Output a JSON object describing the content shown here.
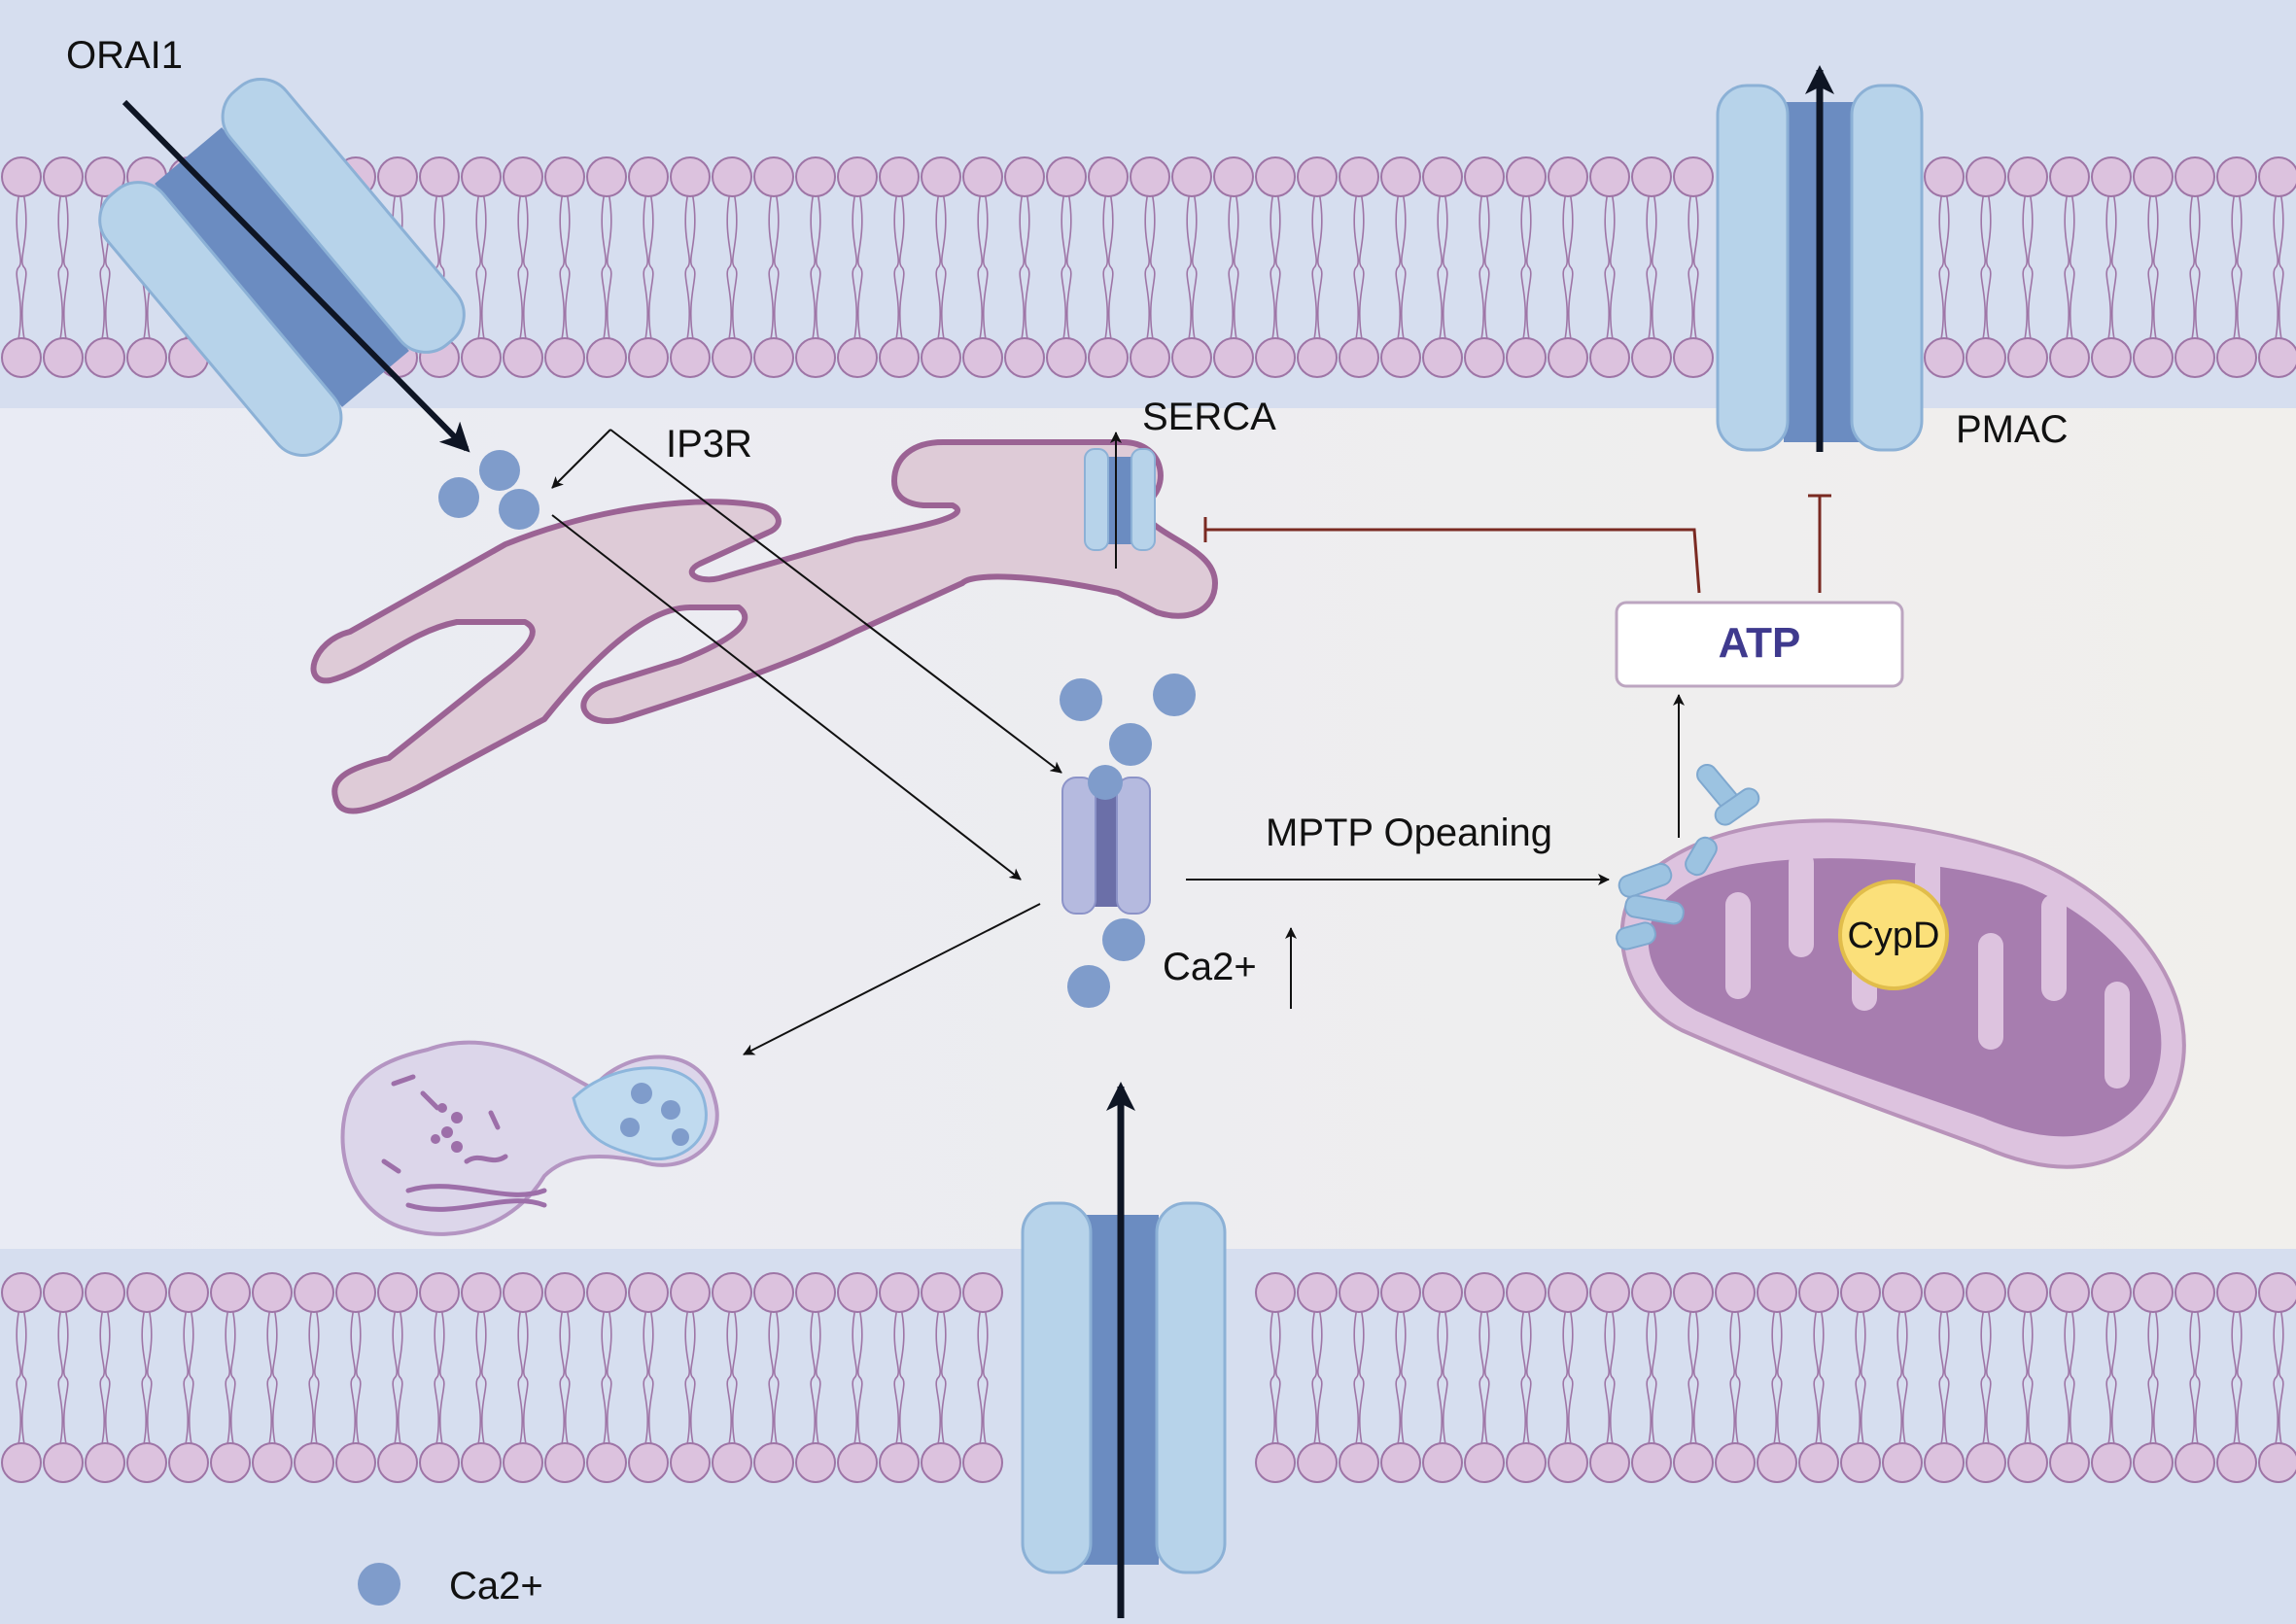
{
  "labels": {
    "orai1": "ORAI1",
    "ip3r": "IP3R",
    "serca": "SERCA",
    "pmac": "PMAC",
    "atp": "ATP",
    "mptp": "MPTP Opeaning",
    "ca_up": "Ca2+",
    "cypd": "CypD",
    "legend_ca": "Ca2+"
  },
  "colors": {
    "background_top": "#d6deef",
    "cytoplasm": "#eeeef4",
    "lipid_head": "#dcc2de",
    "lipid_edge": "#9e75a6",
    "channel_light": "#b7d3ea",
    "channel_dark": "#6b8cc1",
    "calcium": "#7f9ccb",
    "er_fill": "#decbd7",
    "er_edge": "#9b6394",
    "mito_outer": "#ddc3df",
    "mito_inner": "#a77daf",
    "cypd_fill": "#fbe07a",
    "atp_text": "#3f3a8e",
    "inhibit_line": "#7a2a22"
  },
  "icons": [
    "calcium-ion-icon",
    "ion-channel-icon",
    "mitochondrion-icon",
    "endoplasmic-reticulum-icon",
    "autophagosome-icon"
  ]
}
